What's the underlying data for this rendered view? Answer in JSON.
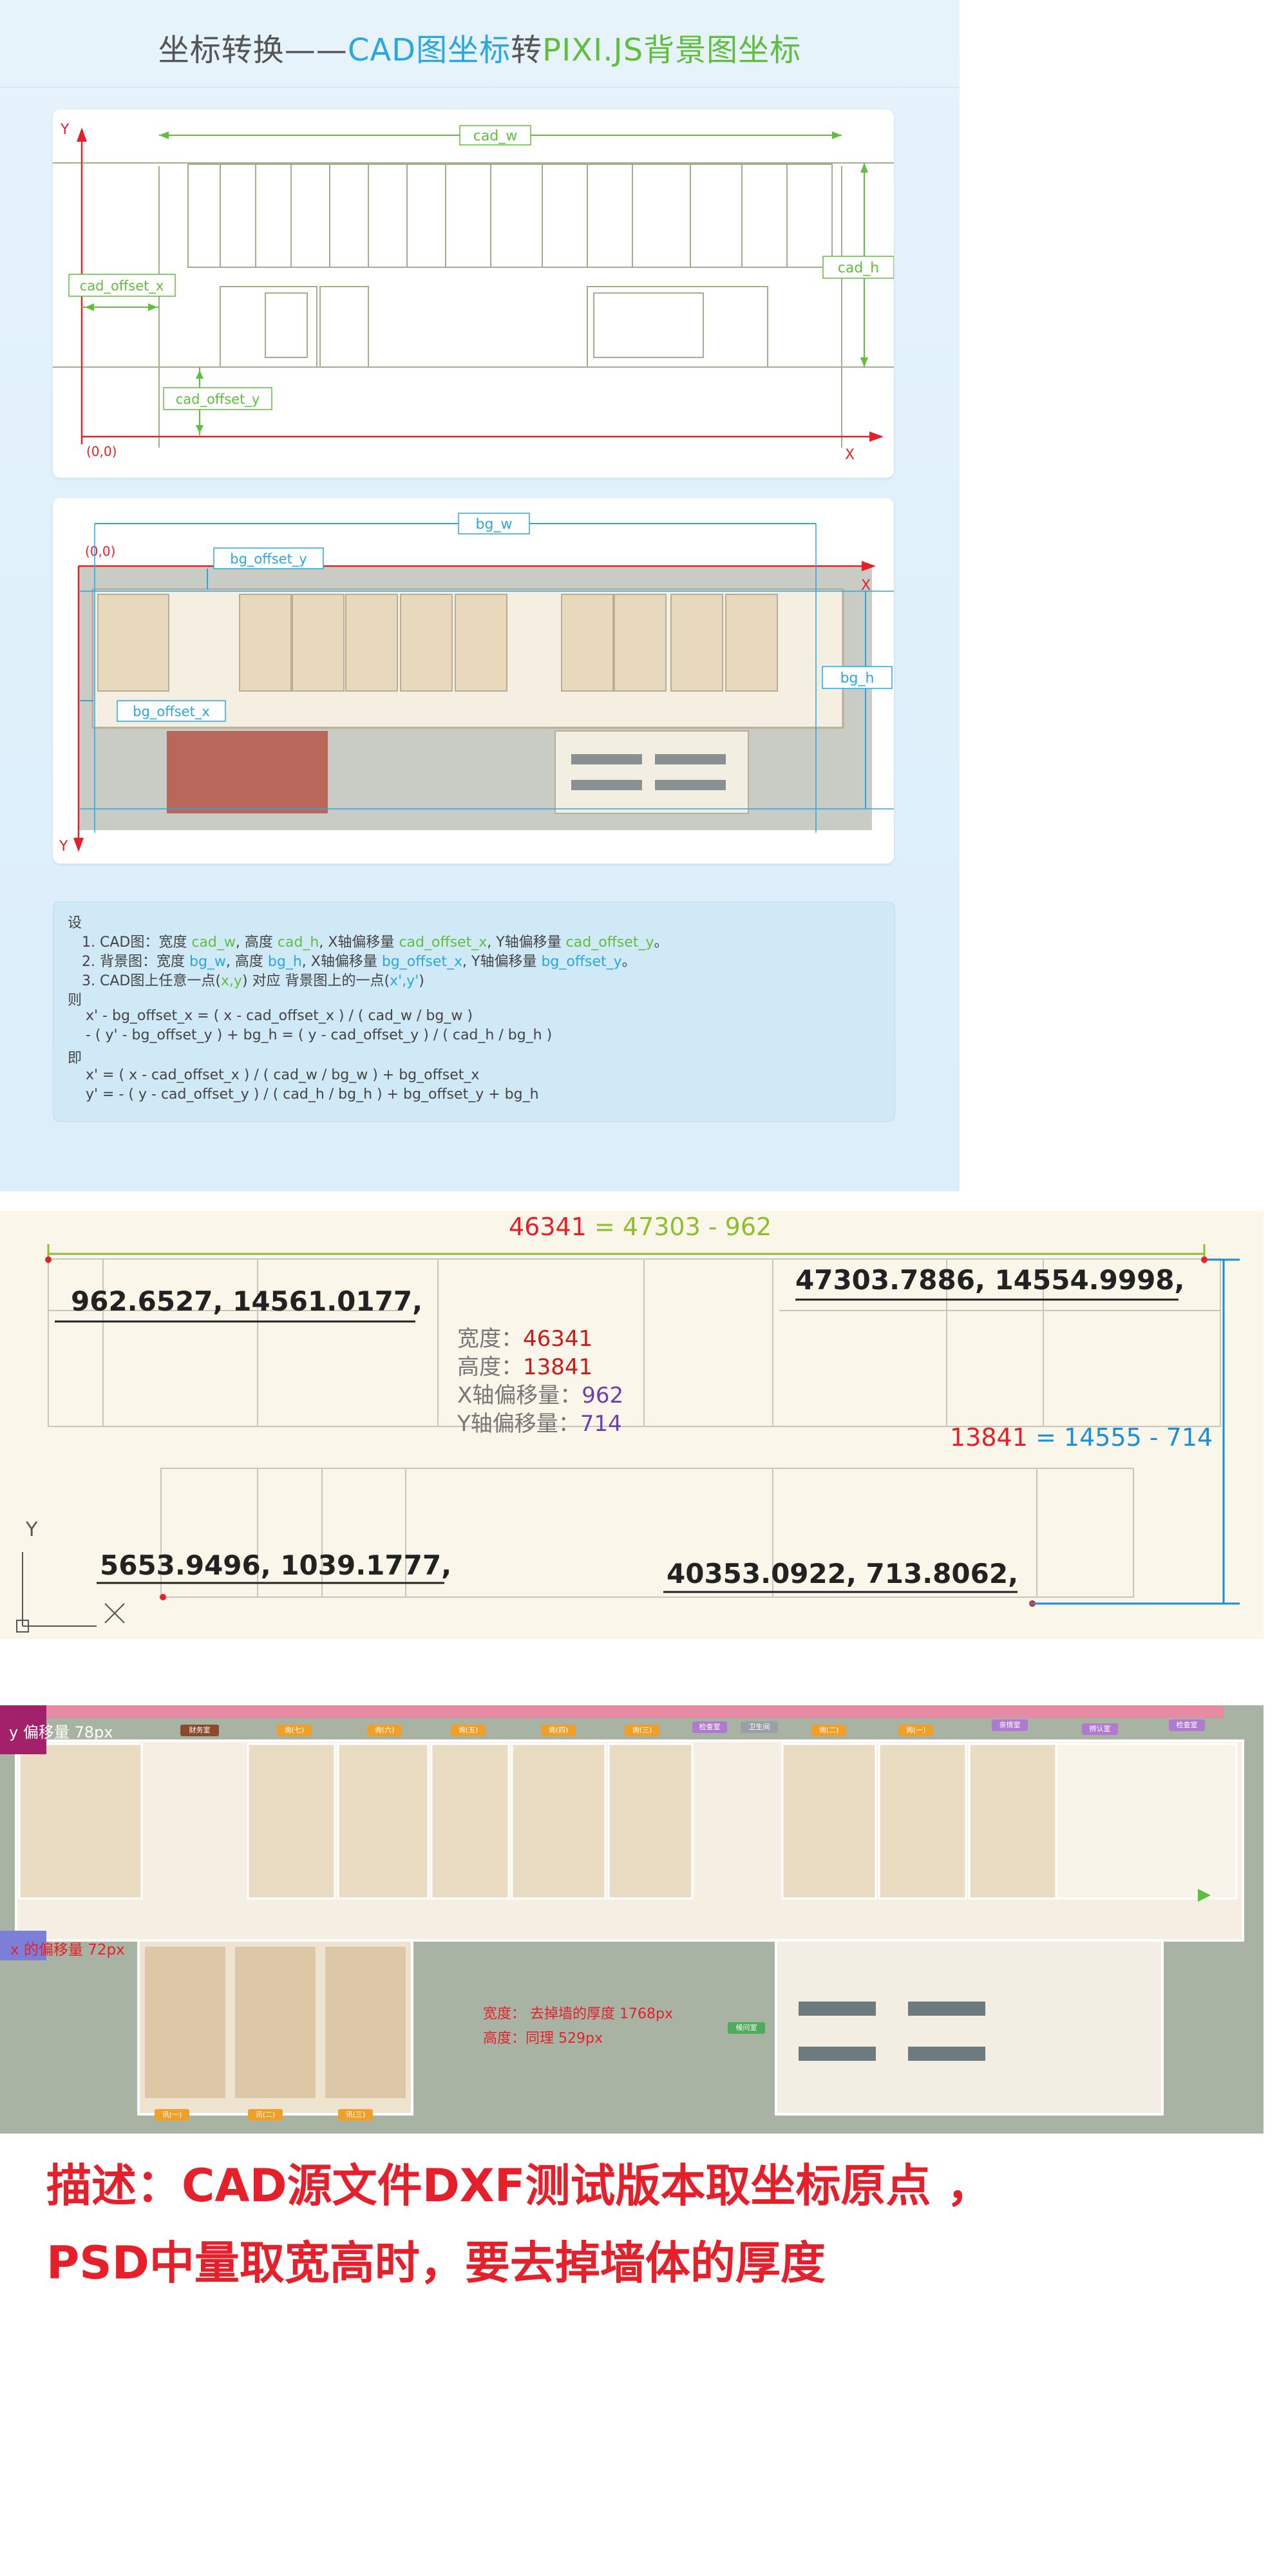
{
  "title": {
    "part1": "坐标转换——",
    "part2": "CAD图坐标",
    "part3": "转",
    "part4": "PIXI.JS背景图坐标"
  },
  "cad_diagram": {
    "axis_y": "Y",
    "axis_x": "X",
    "origin": "(0,0)",
    "cad_w": "cad_w",
    "cad_h": "cad_h",
    "cad_offset_x": "cad_offset_x",
    "cad_offset_y": "cad_offset_y"
  },
  "bg_diagram": {
    "axis_y": "Y",
    "axis_x": "X",
    "origin": "(0,0)",
    "bg_w": "bg_w",
    "bg_h": "bg_h",
    "bg_offset_x": "bg_offset_x",
    "bg_offset_y": "bg_offset_y"
  },
  "formula": {
    "she": "设",
    "l1a": "1. CAD图：宽度 ",
    "l1b": "cad_w",
    "l1c": ", 高度 ",
    "l1d": "cad_h",
    "l1e": ", X轴偏移量 ",
    "l1f": "cad_offset_x",
    "l1g": ", Y轴偏移量 ",
    "l1h": "cad_offset_y",
    "l1i": "。",
    "l2a": "2. 背景图：宽度 ",
    "l2b": "bg_w",
    "l2c": ", 高度 ",
    "l2d": "bg_h",
    "l2e": ", X轴偏移量 ",
    "l2f": "bg_offset_x",
    "l2g": ", Y轴偏移量 ",
    "l2h": "bg_offset_y",
    "l2i": "。",
    "l3a": "3. CAD图上任意一点(",
    "l3b": "x,y",
    "l3c": ") 对应 背景图上的一点(",
    "l3d": "x',y'",
    "l3e": ")",
    "ze": "则",
    "f1": "x' - bg_offset_x = ( x - cad_offset_x ) / ( cad_w / bg_w )",
    "f2": "- ( y' - bg_offset_y ) + bg_h  = ( y - cad_offset_y ) / ( cad_h / bg_h )",
    "ji": "即",
    "f3": "x' = ( x - cad_offset_x ) / ( cad_w / bg_w ) + bg_offset_x",
    "f4": "y' = - ( y - cad_offset_y ) / ( cad_h / bg_h ) + bg_offset_y + bg_h"
  },
  "measure": {
    "top_eq_a": "46341",
    "top_eq_b": " = 47303 - 962",
    "coord_tl": "962.6527, 14561.0177,",
    "coord_tr": "47303.7886, 14554.9998,",
    "coord_bl": "5653.9496, 1039.1777,",
    "coord_br": "40353.0922, 713.8062,",
    "width_label": "宽度：",
    "width_val": "46341",
    "height_label": "高度：",
    "height_val": "13841",
    "xoff_label": "X轴偏移量：",
    "xoff_val": "962",
    "yoff_label": "Y轴偏移量：",
    "yoff_val": "714",
    "right_eq_a": "13841",
    "right_eq_b": " = 14555 - 714",
    "axis_y": "Y"
  },
  "floor": {
    "y_offset": "y 偏移量 78px",
    "x_offset": "x 的偏移量 72px",
    "width_note": "宽度：  去掉墙的厚度 1768px",
    "height_note": "高度：同理 529px",
    "top_labels": [
      "财务室",
      "询(七)",
      "询(六)",
      "询(五)",
      "询(四)",
      "询(三)",
      "检查室",
      "卫生间",
      "询(二)",
      "询(一)",
      "亲情室",
      "辨认室",
      "检查室"
    ],
    "bottom_labels": [
      "讯(一)",
      "讯(二)",
      "讯(三)"
    ],
    "mid_label": "候问室"
  },
  "description": {
    "line1": "描述：CAD源文件DXF测试版本取坐标原点 ，",
    "line2": "PSD中量取宽高时，要去掉墙体的厚度"
  },
  "colors": {
    "green": "#5fbf3d",
    "blue": "#2aa7e0",
    "red": "#e5202b",
    "purple": "#6a3fb0",
    "magenta": "#a3206a"
  }
}
